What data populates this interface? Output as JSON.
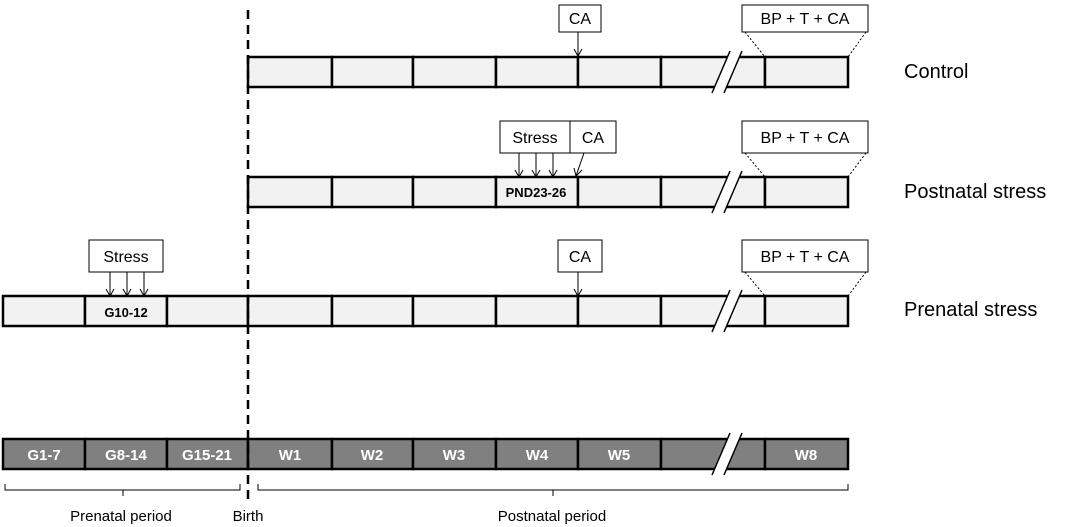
{
  "rows": {
    "control": {
      "label": "Control",
      "ca": "CA",
      "final": "BP + T + CA"
    },
    "postnatal": {
      "label": "Postnatal stress",
      "stress": "Stress",
      "ca": "CA",
      "window": "PND23-26",
      "final": "BP + T + CA"
    },
    "prenatal": {
      "label": "Prenatal stress",
      "stress": "Stress",
      "window": "G10-12",
      "ca": "CA",
      "final": "BP + T + CA"
    }
  },
  "timeline": {
    "cells": [
      "G1-7",
      "G8-14",
      "G15-21",
      "W1",
      "W2",
      "W3",
      "W4",
      "W5",
      "",
      "W8"
    ]
  },
  "periods": {
    "prenatal": "Prenatal period",
    "birth": "Birth",
    "postnatal": "Postnatal period"
  },
  "colors": {
    "cell_fill": "#f2f2f2",
    "timeline_fill": "#808080",
    "stroke": "#000000"
  }
}
